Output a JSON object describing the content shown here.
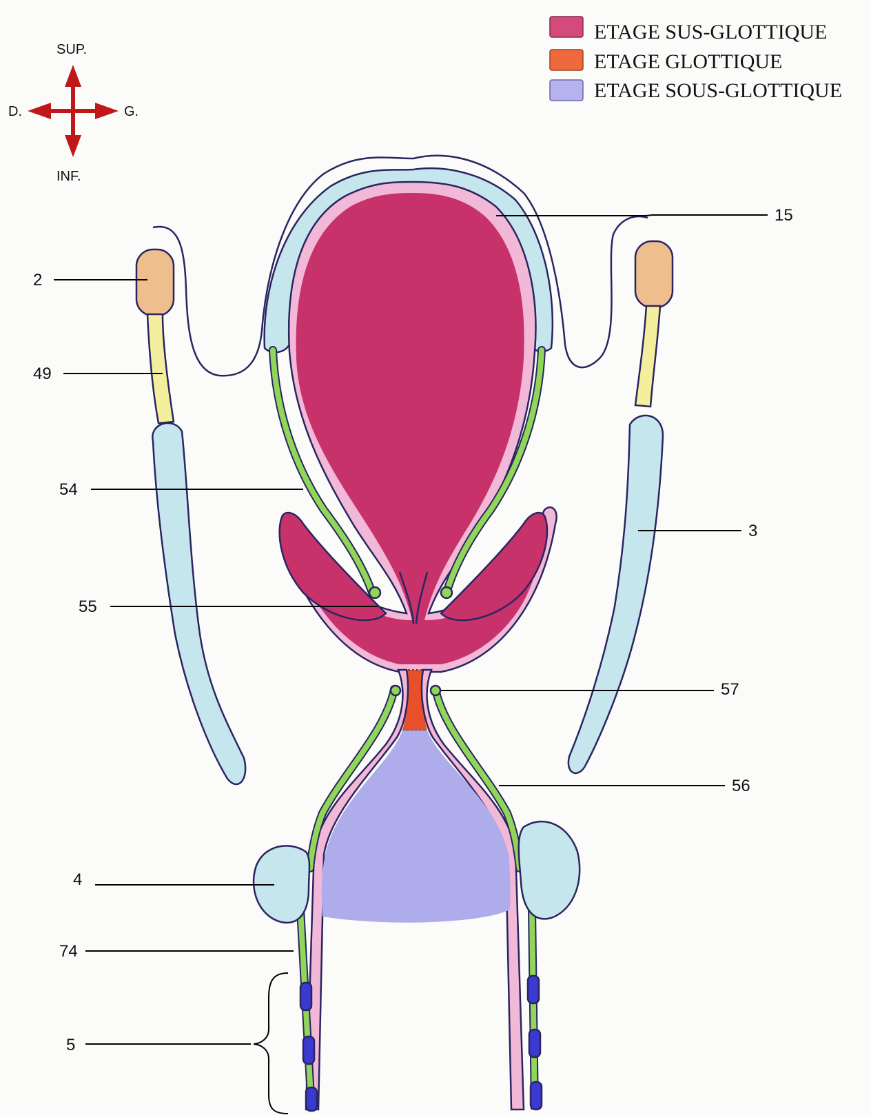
{
  "legend": {
    "items": [
      {
        "label": "ETAGE SUS-GLOTTIQUE",
        "color": "#d44a7a"
      },
      {
        "label": "ETAGE GLOTTIQUE",
        "color": "#ee6a3c"
      },
      {
        "label": "ETAGE SOUS-GLOTTIQUE",
        "color": "#b5b2ee"
      }
    ]
  },
  "orientation": {
    "sup": "SUP.",
    "inf": "INF.",
    "right": "D.",
    "left": "G."
  },
  "labels": {
    "l15": "15",
    "l2": "2",
    "l49": "49",
    "l54": "54",
    "l3": "3",
    "l55": "55",
    "l57": "57",
    "l56": "56",
    "l4": "4",
    "l74": "74",
    "l5": "5"
  },
  "colors": {
    "supraglottic": "#c8326a",
    "glottic": "#e8502a",
    "subglottic": "#aeacea",
    "mucosa": "#f2b8d8",
    "muscle": "#90d658",
    "cartilage": "#c6e6ee",
    "bone": "#eebf8c",
    "membrane": "#f4ef9c",
    "tracheal_ring": "#3a3ad0",
    "arrow": "#c01818"
  }
}
